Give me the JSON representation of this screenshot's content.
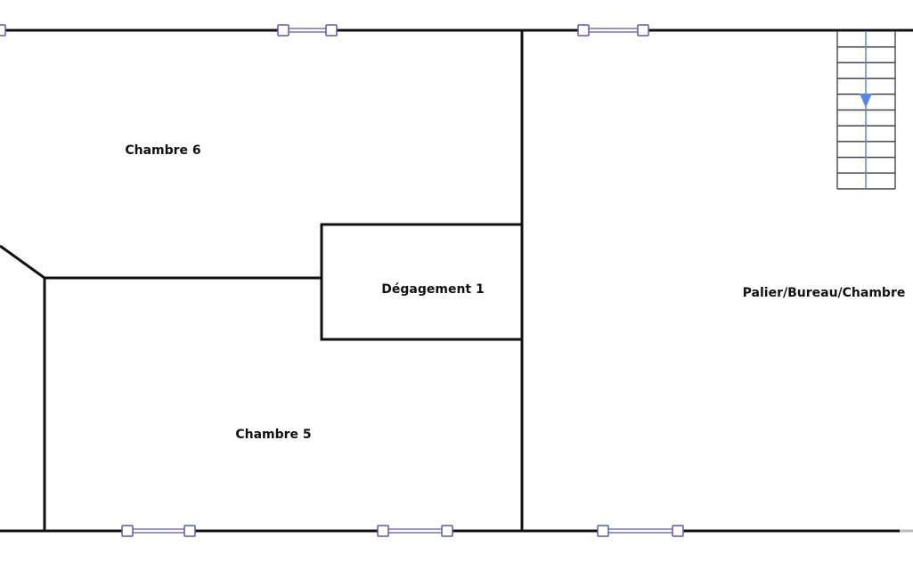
{
  "rooms": [
    {
      "id": "chambre-6",
      "label": "Chambre 6"
    },
    {
      "id": "degagement-1",
      "label": "Dégagement 1"
    },
    {
      "id": "chambre-5",
      "label": "Chambre 5"
    },
    {
      "id": "palier",
      "label": "Palier/Bureau/Chambre"
    }
  ],
  "colors": {
    "wall": "#111111",
    "window": "#5a5aa8",
    "stair_arrow": "#5b86e6"
  },
  "stairs": {
    "direction": "down",
    "steps": 10
  }
}
